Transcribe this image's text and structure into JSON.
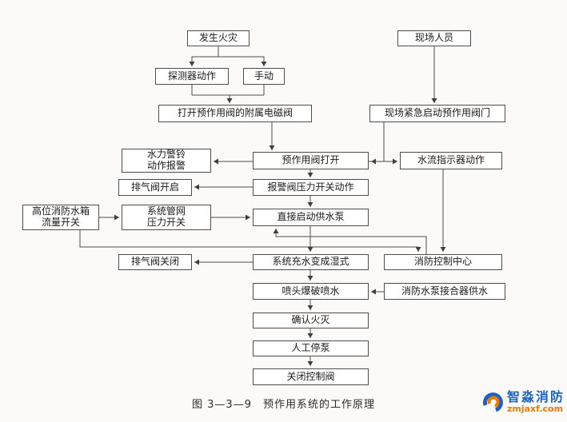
{
  "diagram": {
    "caption": "图 3—3—9　预作用系统的工作原理",
    "nodes": {
      "fire": {
        "label": "发生火灾"
      },
      "personnel": {
        "label": "现场人员"
      },
      "detector": {
        "label": "探测器动作"
      },
      "manual": {
        "label": "手动"
      },
      "solenoid": {
        "label": "打开预作用阀的附属电磁阀"
      },
      "emergency": {
        "label": "现场紧急启动预作用阀门"
      },
      "bell": {
        "label": "水力警铃\n动作报警"
      },
      "valve_open": {
        "label": "预作用阀打开"
      },
      "flow_indicator": {
        "label": "水流指示器动作"
      },
      "exhaust_open": {
        "label": "排气阀开启"
      },
      "pressure_switch": {
        "label": "报警阀压力开关动作"
      },
      "tank_switch": {
        "label": "高位消防水箱\n流量开关"
      },
      "pipe_switch": {
        "label": "系统管网\n压力开关"
      },
      "direct_pump": {
        "label": "直接启动供水泵"
      },
      "exhaust_close": {
        "label": "排气阀关闭"
      },
      "wet": {
        "label": "系统充水变成湿式"
      },
      "control_center": {
        "label": "消防控制中心"
      },
      "spray": {
        "label": "喷头爆破喷水"
      },
      "adapter": {
        "label": "消防水泵接合器供水"
      },
      "confirm": {
        "label": "确认火灭"
      },
      "stop_pump": {
        "label": "人工停泵"
      },
      "close_valve": {
        "label": "关闭控制阀"
      }
    },
    "edges": [
      {
        "from": "fire",
        "to": "detector"
      },
      {
        "from": "fire",
        "to": "manual"
      },
      {
        "from": "detector",
        "to": "solenoid"
      },
      {
        "from": "manual",
        "to": "solenoid"
      },
      {
        "from": "solenoid",
        "to": "valve_open"
      },
      {
        "from": "personnel",
        "to": "emergency"
      },
      {
        "from": "emergency",
        "to": "valve_open"
      },
      {
        "from": "valve_open",
        "to": "bell"
      },
      {
        "from": "valve_open",
        "to": "flow_indicator"
      },
      {
        "from": "valve_open",
        "to": "pressure_switch"
      },
      {
        "from": "pressure_switch",
        "to": "exhaust_open"
      },
      {
        "from": "pressure_switch",
        "to": "direct_pump"
      },
      {
        "from": "tank_switch",
        "to": "pipe_switch"
      },
      {
        "from": "tank_switch",
        "to": "control_center"
      },
      {
        "from": "pipe_switch",
        "to": "direct_pump"
      },
      {
        "from": "flow_indicator",
        "to": "control_center"
      },
      {
        "from": "control_center",
        "to": "direct_pump"
      },
      {
        "from": "direct_pump",
        "to": "wet"
      },
      {
        "from": "wet",
        "to": "exhaust_close"
      },
      {
        "from": "wet",
        "to": "spray"
      },
      {
        "from": "adapter",
        "to": "spray"
      },
      {
        "from": "spray",
        "to": "confirm"
      },
      {
        "from": "confirm",
        "to": "stop_pump"
      },
      {
        "from": "stop_pump",
        "to": "close_valve"
      }
    ]
  },
  "watermark": {
    "brand": "智淼消防",
    "site": "zmjaxf.com"
  }
}
